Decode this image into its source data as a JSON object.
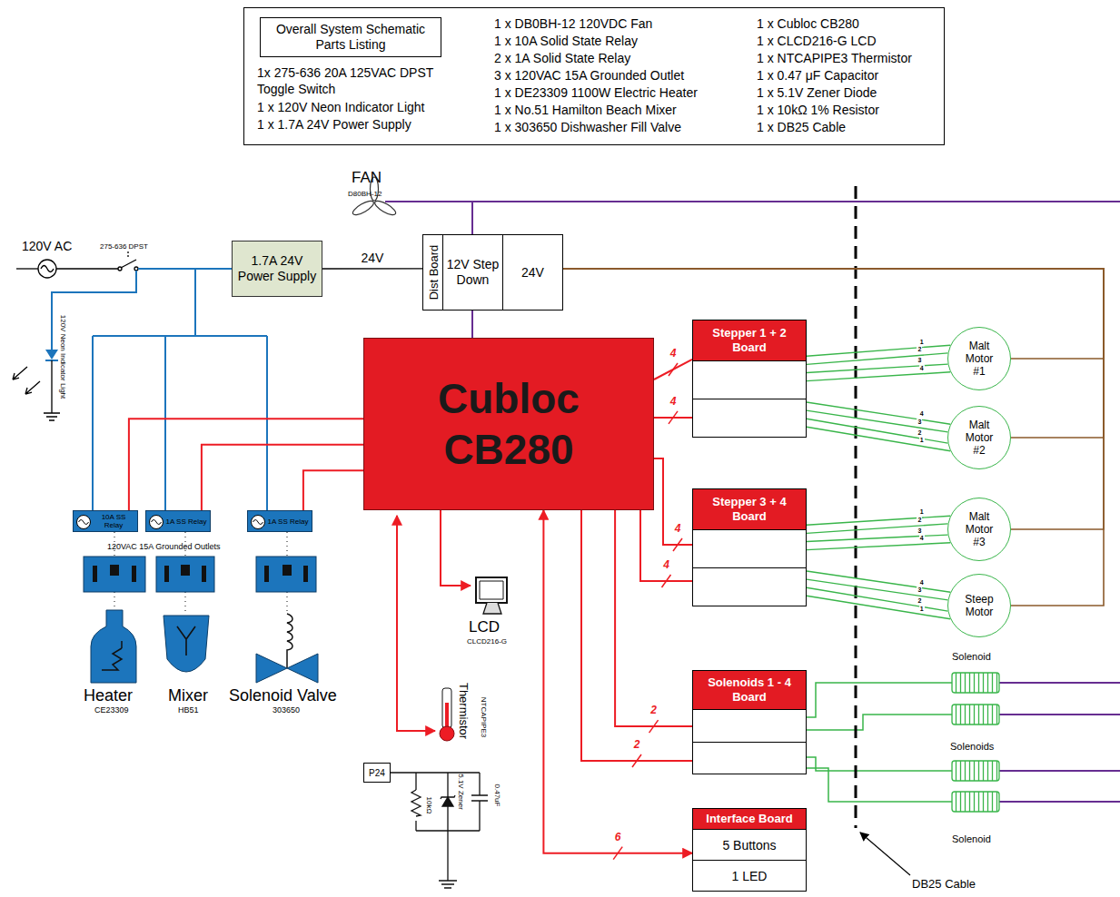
{
  "diagram": {
    "nodes": [
      {
        "text": [
          "1x 275-636 20A 125VAC DPST Toggle Switch",
          "1 x 120V Neon Indicator Light",
          "1 x 1.7A 24V Power Supply",
          "1 x DB0BH-12 120VDC Fan",
          "1 x 10A Solid State Relay",
          "2 x 1A Solid State Relay",
          "3 x 120VAC 15A Grounded Outlet",
          "1 x DE23309 1100W Electric Heater",
          "1 x No.51 Hamilton Beach Mixer",
          "1 x 303650 Dishwasher Fill Valve",
          "1 x Cubloc CB280",
          "1 x CLCD216-G LCD",
          "1 x NTCAPIPE3 Thermistor",
          "1 x 0.47 μF Capacitor",
          "1 x 5.1V Zener Diode",
          "1 x 10kΩ 1% Resistor",
          "1 x DB25 Cable"
        ]
      },
      {
        "text": [
          "Overall System Schematic Parts Listing"
        ],
        "in": 0
      },
      {
        "text": [
          "1.7A 24V Power Supply"
        ]
      },
      {
        "text": [
          "Dist Board"
        ]
      },
      {
        "text": [
          "12V Step Down"
        ],
        "in": 3
      },
      {
        "text": [
          "24V"
        ],
        "in": 3
      },
      {
        "text": [
          "Cubloc CB280"
        ]
      },
      {
        "text": [
          "Stepper 1 + 2 Board"
        ]
      },
      {
        "text": [
          "Stepper 3 + 4 Board"
        ]
      },
      {
        "text": [
          "Solenoids 1 - 4 Board"
        ]
      },
      {
        "text": [
          "Interface Board",
          "5 Buttons",
          "1 LED"
        ]
      },
      {
        "text": [
          "Malt Motor #1"
        ]
      },
      {
        "text": [
          "Malt Motor #2"
        ]
      },
      {
        "text": [
          "Malt Motor #3"
        ]
      },
      {
        "text": [
          "Steep Motor"
        ]
      },
      {
        "text": [
          "10A SS Relay"
        ]
      },
      {
        "text": [
          "1A SS Relay"
        ]
      },
      {
        "text": [
          "1A SS Relay"
        ]
      },
      {
        "text": [
          "P24"
        ]
      }
    ],
    "edges": [
      {
        "from": 2,
        "to": 3,
        "label": "24V",
        "arrow": "none"
      },
      {
        "from": 4,
        "to": 6,
        "arrow": "none"
      },
      {
        "from": 6,
        "to": 7,
        "label": "4",
        "arrow": "none"
      },
      {
        "from": 6,
        "to": 7,
        "label": "4",
        "arrow": "none"
      },
      {
        "from": 6,
        "to": 8,
        "label": "4",
        "arrow": "none"
      },
      {
        "from": 6,
        "to": 8,
        "label": "4",
        "arrow": "none"
      },
      {
        "from": 6,
        "to": 9,
        "label": "2",
        "arrow": "none"
      },
      {
        "from": 6,
        "to": 9,
        "label": "2",
        "arrow": "none"
      },
      {
        "from": 6,
        "to": 10,
        "label": "6",
        "arrow": "both"
      },
      {
        "from": 6,
        "to": 15,
        "arrow": "none"
      },
      {
        "from": 6,
        "to": 16,
        "arrow": "none"
      },
      {
        "from": 6,
        "to": 17,
        "arrow": "none"
      },
      {
        "from": 7,
        "to": 11,
        "label": "1",
        "arrow": "none"
      },
      {
        "from": 7,
        "to": 11,
        "label": "2",
        "arrow": "none"
      },
      {
        "from": 7,
        "to": 11,
        "label": "3",
        "arrow": "none"
      },
      {
        "from": 7,
        "to": 11,
        "label": "4",
        "arrow": "none"
      },
      {
        "from": 7,
        "to": 12,
        "label": "4",
        "arrow": "none"
      },
      {
        "from": 7,
        "to": 12,
        "label": "3",
        "arrow": "none"
      },
      {
        "from": 7,
        "to": 12,
        "label": "2",
        "arrow": "none"
      },
      {
        "from": 7,
        "to": 12,
        "label": "1",
        "arrow": "none"
      },
      {
        "from": 8,
        "to": 13,
        "label": "1",
        "arrow": "none"
      },
      {
        "from": 8,
        "to": 13,
        "label": "2",
        "arrow": "none"
      },
      {
        "from": 8,
        "to": 13,
        "label": "3",
        "arrow": "none"
      },
      {
        "from": 8,
        "to": 13,
        "label": "4",
        "arrow": "none"
      },
      {
        "from": 8,
        "to": 14,
        "label": "4",
        "arrow": "none"
      },
      {
        "from": 8,
        "to": 14,
        "label": "3",
        "arrow": "none"
      },
      {
        "from": 8,
        "to": 14,
        "label": "2",
        "arrow": "none"
      },
      {
        "from": 8,
        "to": 14,
        "label": "1",
        "arrow": "none"
      },
      {
        "from": 5,
        "to": 11,
        "arrow": "none"
      },
      {
        "from": 5,
        "to": 12,
        "arrow": "none"
      },
      {
        "from": 5,
        "to": 13,
        "arrow": "none"
      },
      {
        "from": 5,
        "to": 14,
        "arrow": "none"
      }
    ],
    "labels": [
      "FAN",
      "D80BH-12",
      "120V AC",
      "275-636 DPST",
      "120V Neon Indicator Light",
      "120VAC 15A Grounded Outlets",
      "Heater",
      "CE23309",
      "Mixer",
      "HB51",
      "Solenoid Valve",
      "303650",
      "LCD",
      "CLCD216-G",
      "NTCAPIPE3",
      "Thermistor",
      "10kΩ",
      "5.1V Zener",
      "0.47uF",
      "Solenoid",
      "Solenoids",
      "Solenoid",
      "DB25 Cable"
    ]
  }
}
